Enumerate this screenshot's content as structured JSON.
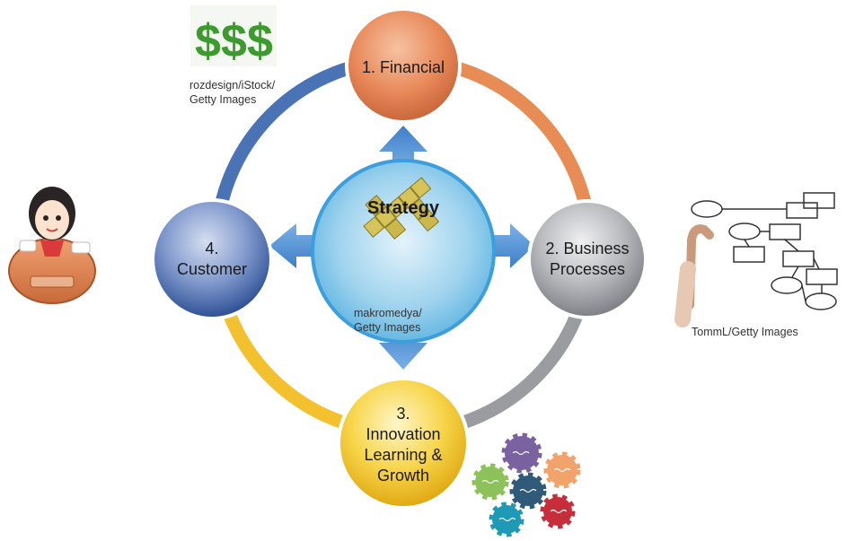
{
  "center": {
    "title": "Strategy",
    "credit": "makromedya/\nGetty Images"
  },
  "nodes": {
    "financial": "1. Financial",
    "business": "2. Business\nProcesses",
    "innovation": "3.\nInnovation\nLearning &\nGrowth",
    "customer": "4.\nCustomer"
  },
  "credits": {
    "money": "rozdesign/iStock/\nGetty Images",
    "flowchart": "TommL/Getty Images"
  },
  "icons": {
    "money": "dollar-signs-icon",
    "customer": "woman-at-laptop-icon",
    "flowchart": "hand-drawing-flowchart-icon",
    "gears": "colored-gears-icon",
    "strategy": "scrabble-tiles-icon"
  },
  "colors": {
    "financial": "#e8895a",
    "business": "#8d8f94",
    "innovation": "#f2c330",
    "customer": "#3b64a8",
    "strategy": "#4aa6de",
    "arrow": "#5b93d1",
    "ring_left": "#4a73b5",
    "ring_right_top": "#e88c55",
    "ring_right_bottom": "#9a9ca0",
    "ring_left_bottom": "#f3c12e"
  }
}
